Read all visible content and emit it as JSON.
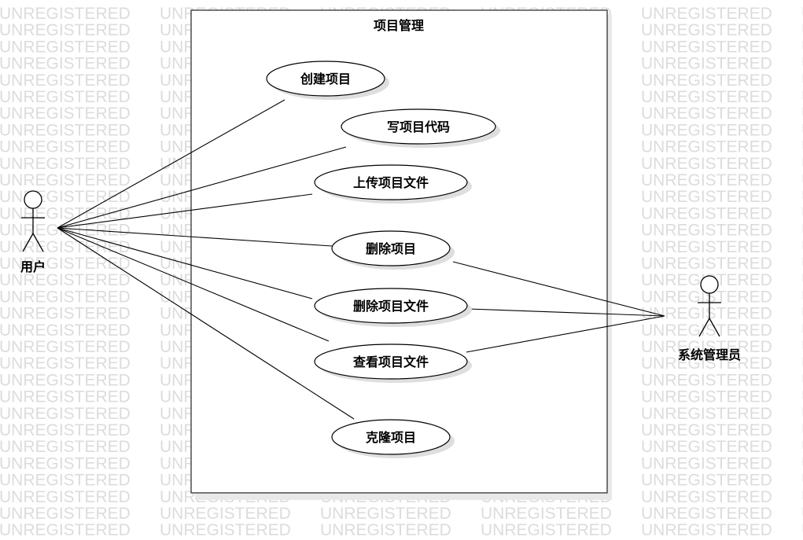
{
  "watermark": "UNREGISTERED",
  "system": {
    "title": "项目管理"
  },
  "actors": [
    {
      "id": "user",
      "label": "用户"
    },
    {
      "id": "admin",
      "label": "系统管理员"
    }
  ],
  "use_cases": [
    {
      "id": "create-project",
      "label": "创建项目"
    },
    {
      "id": "write-code",
      "label": "写项目代码"
    },
    {
      "id": "upload-files",
      "label": "上传项目文件"
    },
    {
      "id": "delete-project",
      "label": "删除项目"
    },
    {
      "id": "delete-files",
      "label": "删除项目文件"
    },
    {
      "id": "view-files",
      "label": "查看项目文件"
    },
    {
      "id": "clone-project",
      "label": "克隆项目"
    }
  ],
  "associations": [
    {
      "actor": "user",
      "use_case": "create-project"
    },
    {
      "actor": "user",
      "use_case": "write-code"
    },
    {
      "actor": "user",
      "use_case": "upload-files"
    },
    {
      "actor": "user",
      "use_case": "delete-project"
    },
    {
      "actor": "user",
      "use_case": "delete-files"
    },
    {
      "actor": "user",
      "use_case": "view-files"
    },
    {
      "actor": "user",
      "use_case": "clone-project"
    },
    {
      "actor": "admin",
      "use_case": "delete-project"
    },
    {
      "actor": "admin",
      "use_case": "delete-files"
    },
    {
      "actor": "admin",
      "use_case": "view-files"
    }
  ]
}
